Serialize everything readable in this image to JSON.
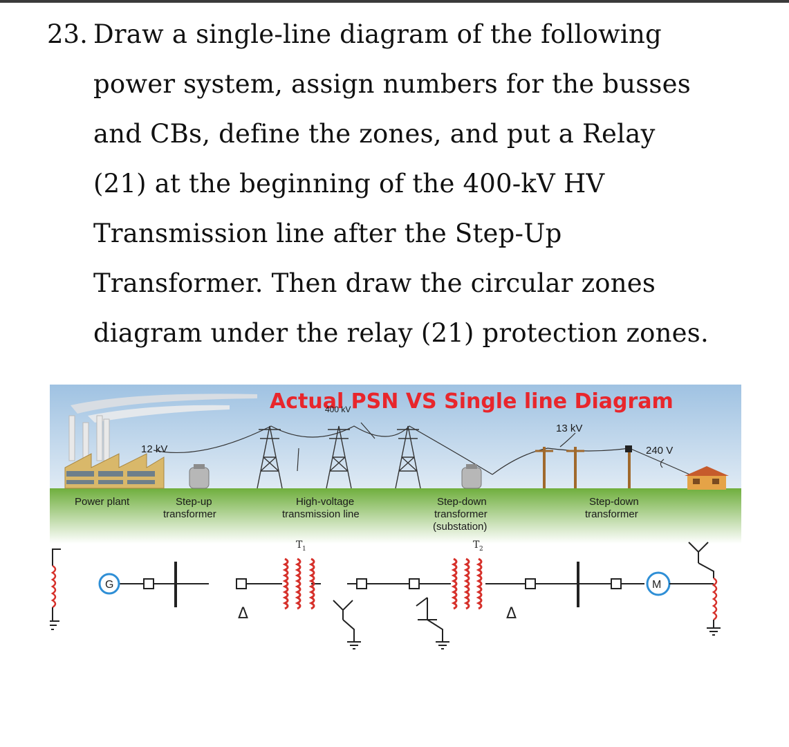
{
  "question": {
    "number": "23.",
    "lines": [
      "Draw a single-line diagram of the following",
      "power system, assign numbers for the busses",
      "and CBs, define the zones, and put a Relay",
      "(21) at the beginning of the 400-kV HV",
      "Transmission line after the Step-Up",
      "Transformer. Then draw the circular zones",
      "diagram under the relay (21) protection zones."
    ]
  },
  "figure": {
    "title": "Actual PSN VS Single line Diagram",
    "voltage_labels": {
      "plant": "12 kV",
      "transmission": "400 kV",
      "distribution": "13 kV",
      "consumer": "240 V"
    },
    "stage_labels": {
      "power_plant": "Power plant",
      "step_up": [
        "Step-up",
        "transformer"
      ],
      "hv_line": [
        "High-voltage",
        "transmission line"
      ],
      "step_down_sub": [
        "Step-down",
        "transformer",
        "(substation)"
      ],
      "step_down": [
        "Step-down",
        "transformer"
      ]
    },
    "transformer_labels": {
      "t1": "T",
      "t1_sub": "1",
      "t2": "T",
      "t2_sub": "2"
    },
    "machine_labels": {
      "generator": "G",
      "motor": "M"
    },
    "delta_symbol": "Δ",
    "colors": {
      "title": "#e8262c",
      "sky": "#a9c8e4",
      "ground": "#7fb84a",
      "winding": "#d6302a",
      "node": "#2f8fd6"
    }
  }
}
